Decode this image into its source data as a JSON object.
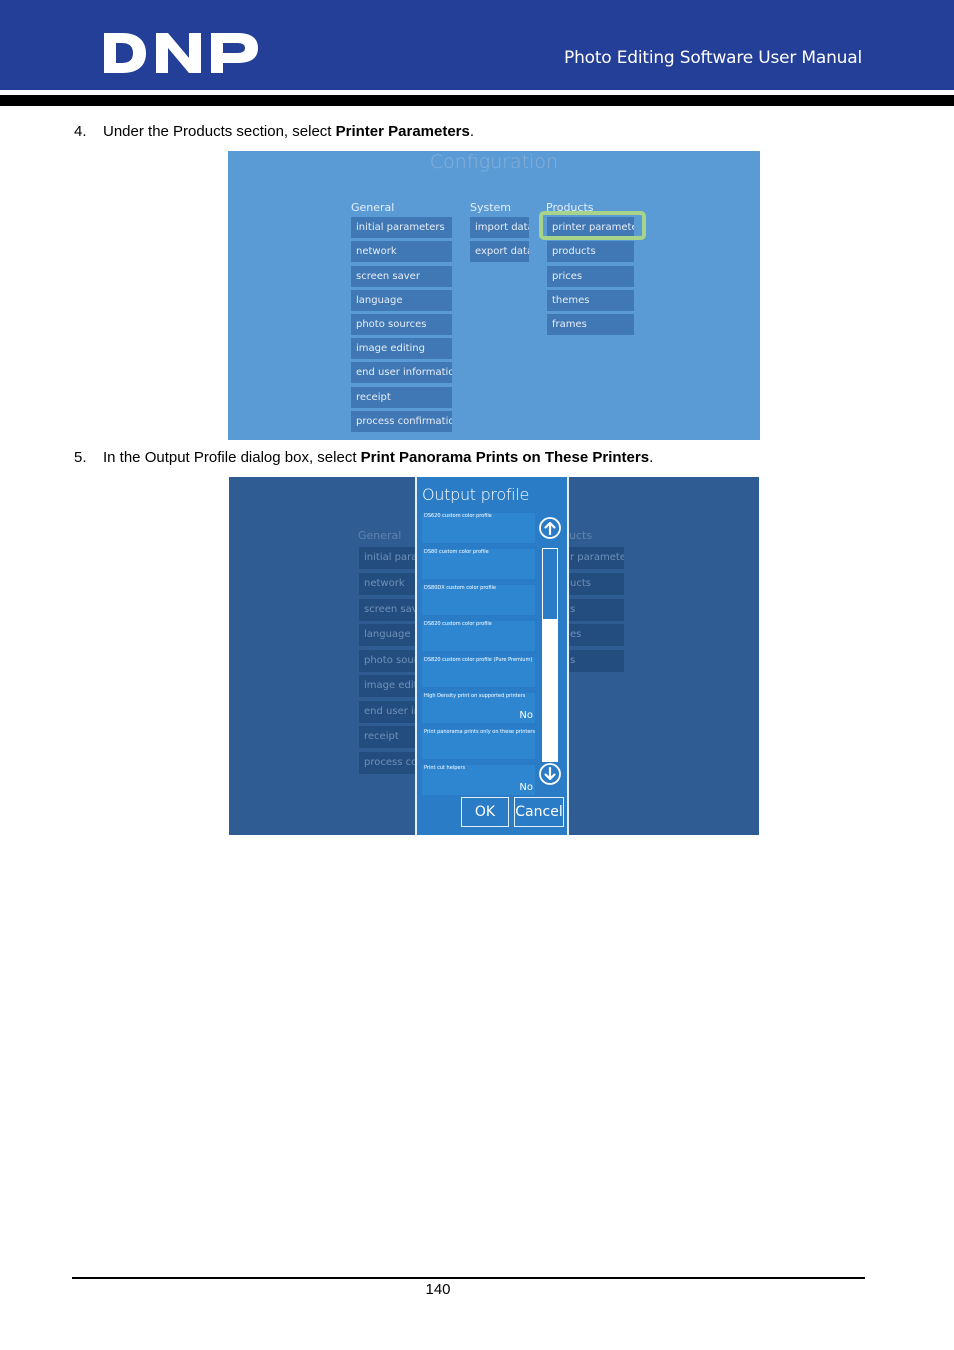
{
  "header": {
    "logo_text": "DNP",
    "title": "Photo Editing Software User Manual",
    "bg_color": "#243f97"
  },
  "steps": [
    {
      "number": "4.",
      "text": "Under the Products section, select ",
      "bold": "Printer Parameters",
      "suffix": "."
    },
    {
      "number": "5.",
      "text": "In the Output Profile dialog box, select ",
      "bold": "Print Panorama Prints on These Printers",
      "suffix": "."
    }
  ],
  "screenshot1": {
    "title": "Configuration",
    "columns": {
      "general": {
        "heading": "General",
        "items": [
          "initial parameters",
          "network",
          "screen saver",
          "language",
          "photo sources",
          "image editing",
          "end user informations",
          "receipt",
          "process confirmation"
        ]
      },
      "system": {
        "heading": "System",
        "items": [
          "import data",
          "export data"
        ]
      },
      "products": {
        "heading": "Products",
        "items": [
          "printer parameters",
          "products",
          "prices",
          "themes",
          "frames"
        ]
      }
    },
    "highlight_color": "#a7d38b"
  },
  "screenshot2": {
    "background": {
      "general_heading": "General",
      "general_items": [
        "initial parame",
        "network",
        "screen saver",
        "language",
        "photo source",
        "image editing",
        "end user info",
        "receipt",
        "process confi"
      ],
      "products_heading": "ucts",
      "products_items": [
        "r parameters",
        "ucts",
        "s",
        "es",
        "s"
      ]
    },
    "dialog": {
      "title": "Output profile",
      "options": [
        {
          "label": "DS620 custom color profile",
          "value": ""
        },
        {
          "label": "DS80 custom color profile",
          "value": ""
        },
        {
          "label": "DS80DX custom color profile",
          "value": ""
        },
        {
          "label": "DS820 custom color profile",
          "value": ""
        },
        {
          "label": "DS820 custom color profile (Pure Premium)",
          "value": ""
        },
        {
          "label": "High Density print on supported printers",
          "value": "No"
        },
        {
          "label": "Print panorama prints only on these printers",
          "value": ""
        },
        {
          "label": "Print cut helpers",
          "value": "No"
        }
      ],
      "ok_label": "OK",
      "cancel_label": "Cancel",
      "scroll_up_icon": "arrow-up-circle",
      "scroll_down_icon": "arrow-down-circle"
    }
  },
  "footer": {
    "page_number": "140"
  }
}
